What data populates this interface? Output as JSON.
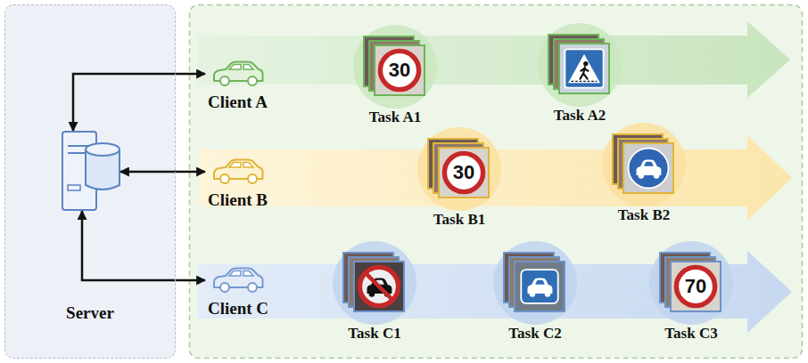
{
  "diagram": {
    "nodes": [
      {
        "text": [
          "Server"
        ]
      },
      {
        "text": [
          "Client A"
        ]
      },
      {
        "text": [
          "Client B"
        ]
      },
      {
        "text": [
          "Client C"
        ]
      },
      {
        "text": [
          "30",
          "Task A1"
        ]
      },
      {
        "text": [
          "Task A2"
        ]
      },
      {
        "text": [
          "30",
          "Task B1"
        ]
      },
      {
        "text": [
          "Task B2"
        ]
      },
      {
        "text": [
          "Task C1"
        ]
      },
      {
        "text": [
          "Task C2"
        ]
      },
      {
        "text": [
          "70",
          "Task C3"
        ]
      }
    ],
    "edges": [
      {
        "from": 0,
        "to": 1,
        "arrow": "both"
      },
      {
        "from": 0,
        "to": 2,
        "arrow": "both"
      },
      {
        "from": 0,
        "to": 3,
        "arrow": "both"
      }
    ]
  }
}
